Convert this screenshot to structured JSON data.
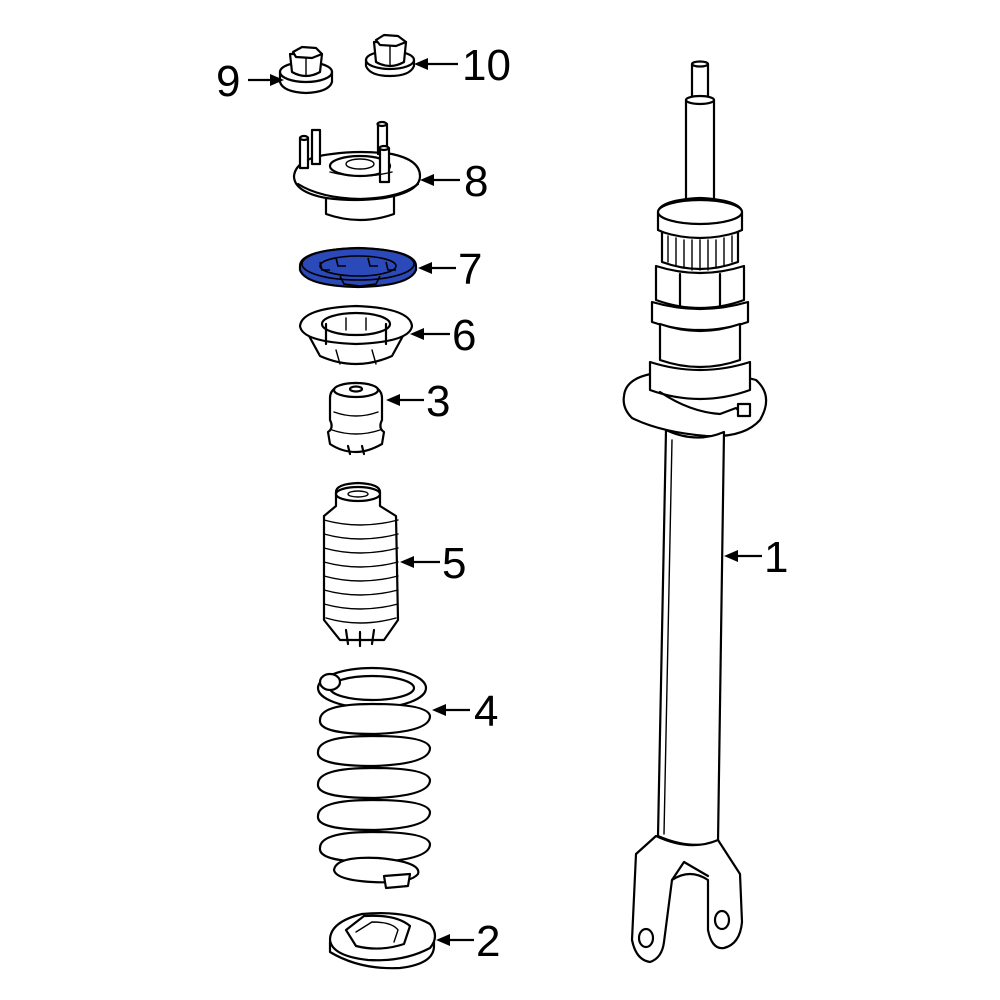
{
  "diagram": {
    "highlight_color": "#2b49b8",
    "callouts": [
      {
        "id": "1",
        "label": "1"
      },
      {
        "id": "2",
        "label": "2"
      },
      {
        "id": "3",
        "label": "3"
      },
      {
        "id": "4",
        "label": "4"
      },
      {
        "id": "5",
        "label": "5"
      },
      {
        "id": "6",
        "label": "6"
      },
      {
        "id": "7",
        "label": "7"
      },
      {
        "id": "8",
        "label": "8"
      },
      {
        "id": "9",
        "label": "9"
      },
      {
        "id": "10",
        "label": "10"
      }
    ],
    "highlighted_part": "7"
  }
}
